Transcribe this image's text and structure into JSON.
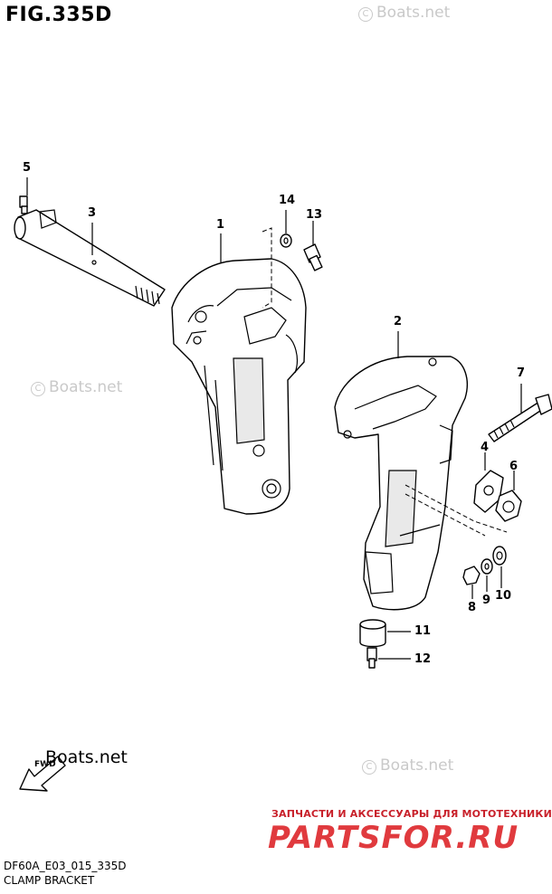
{
  "figure": {
    "title": "FIG.335D"
  },
  "watermarks": {
    "text": "Boats.net",
    "copyright_symbol": "©"
  },
  "callouts": [
    "1",
    "2",
    "3",
    "4",
    "5",
    "6",
    "7",
    "8",
    "9",
    "10",
    "11",
    "12",
    "13",
    "14"
  ],
  "forward_label": "FWD",
  "promo": {
    "tagline": "ЗАПЧАСТИ И АКСЕССУАРЫ ДЛЯ МОТОТЕХНИКИ",
    "brand": "PARTSFOR.RU",
    "brand_color": "#e03a3e"
  },
  "footer": {
    "code": "DF60A_E03_015_335D",
    "caption": "CLAMP BRACKET"
  }
}
